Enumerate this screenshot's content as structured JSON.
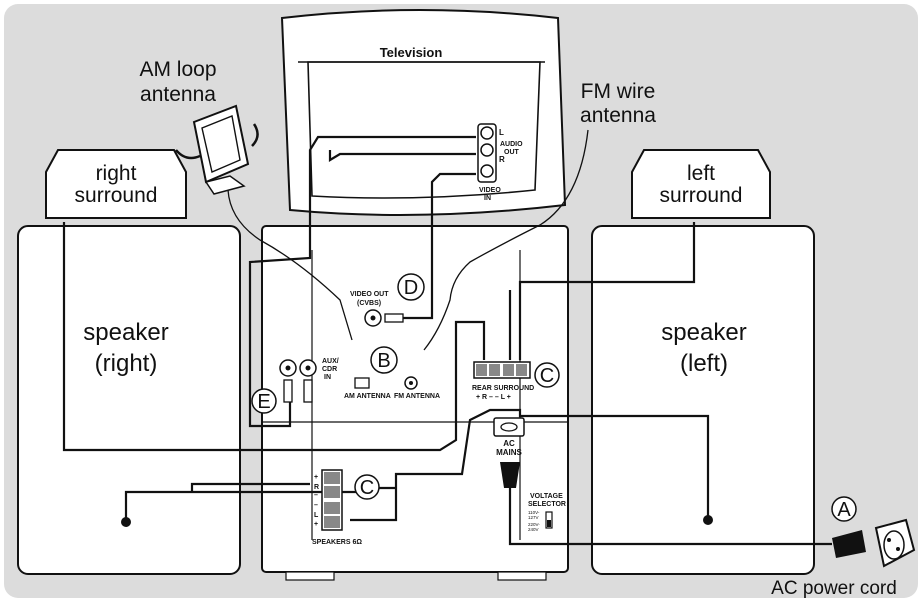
{
  "television": {
    "title": "Television",
    "audio_l": "L",
    "audio_r": "R",
    "audio_out": "AUDIO",
    "audio_out2": "OUT",
    "video": "VIDEO",
    "video_in": "IN"
  },
  "am_antenna": {
    "line1": "AM loop",
    "line2": "antenna"
  },
  "fm_antenna": {
    "line1": "FM wire",
    "line2": "antenna"
  },
  "right_surround": {
    "line1": "right",
    "line2": "surround"
  },
  "left_surround": {
    "line1": "left",
    "line2": "surround"
  },
  "speaker_right": {
    "line1": "speaker",
    "line2": "(right)"
  },
  "speaker_left": {
    "line1": "speaker",
    "line2": "(left)"
  },
  "power_cord": "AC power cord",
  "panel": {
    "video_out": "VIDEO OUT",
    "cvbs": "(CVBS)",
    "aux_1": "AUX/",
    "aux_2": "CDR",
    "aux_3": "IN",
    "am_antenna": "AM ANTENNA",
    "fm_antenna": "FM ANTENNA",
    "rear_surround": "REAR SURROUND",
    "rear_polarity": "+ R –  – L +",
    "ac": "AC",
    "mains": "MAINS",
    "voltage_1": "VOLTAGE",
    "voltage_2": "SELECTOR",
    "v110": "110V-",
    "v127": "127V",
    "v220": "220V-",
    "v240": "240V",
    "speakers": "SPEAKERS 6Ω",
    "spk_plus": "+",
    "spk_r": "R",
    "spk_minus": "–",
    "spk_minus2": "–",
    "spk_l": "L",
    "spk_plus2": "+"
  },
  "callouts": {
    "a": "A",
    "b": "B",
    "c": "C",
    "c2": "C",
    "d": "D",
    "e": "E"
  }
}
